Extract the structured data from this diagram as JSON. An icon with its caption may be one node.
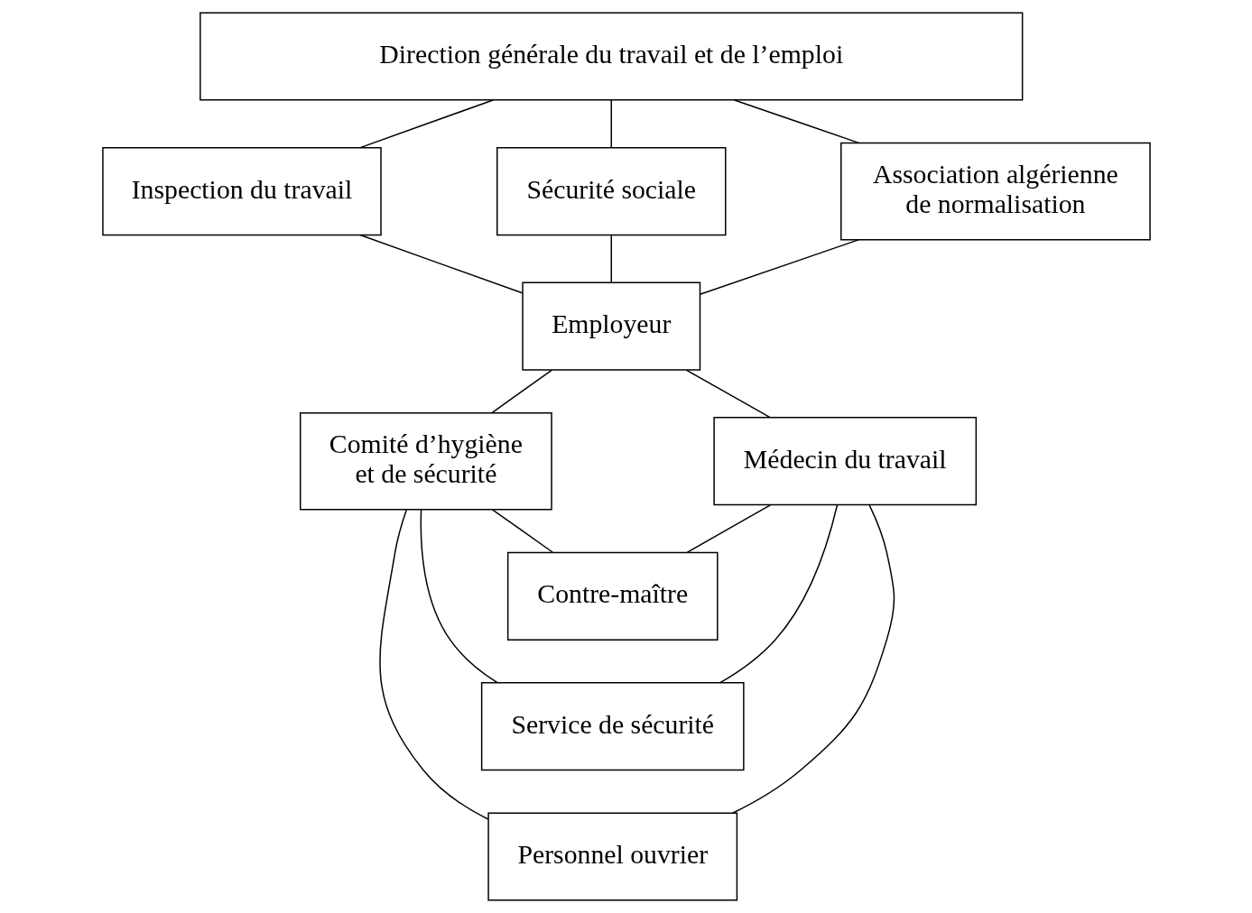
{
  "diagram": {
    "nodes": [
      {
        "text": [
          "Direction générale du travail et de l’emploi"
        ]
      },
      {
        "text": [
          "Sécurité sociale"
        ]
      },
      {
        "text": [
          "Inspection du travail"
        ]
      },
      {
        "text": [
          "Association algérienne de normalisation"
        ]
      },
      {
        "text": [
          "Employeur"
        ]
      },
      {
        "text": [
          "Comité d’hygiène et de sécurité"
        ]
      },
      {
        "text": [
          "Médecin du travail"
        ]
      },
      {
        "text": [
          "Contre-maître"
        ]
      },
      {
        "text": [
          "Service de sécurité"
        ]
      },
      {
        "text": [
          "Personnel ouvrier"
        ]
      }
    ],
    "edges": [
      {
        "from": 0,
        "to": 2,
        "arrow": "none"
      },
      {
        "from": 0,
        "to": 1,
        "arrow": "none"
      },
      {
        "from": 0,
        "to": 3,
        "arrow": "none"
      },
      {
        "from": 1,
        "to": 4,
        "arrow": "none"
      },
      {
        "from": 2,
        "to": 4,
        "arrow": "none"
      },
      {
        "from": 3,
        "to": 4,
        "arrow": "none"
      },
      {
        "from": 4,
        "to": 5,
        "arrow": "none"
      },
      {
        "from": 4,
        "to": 6,
        "arrow": "none"
      },
      {
        "from": 5,
        "to": 7,
        "arrow": "none"
      },
      {
        "from": 5,
        "to": 8,
        "arrow": "none"
      },
      {
        "from": 5,
        "to": 9,
        "arrow": "none"
      },
      {
        "from": 6,
        "to": 7,
        "arrow": "none"
      },
      {
        "from": 6,
        "to": 8,
        "arrow": "none"
      },
      {
        "from": 6,
        "to": 9,
        "arrow": "none"
      }
    ]
  }
}
